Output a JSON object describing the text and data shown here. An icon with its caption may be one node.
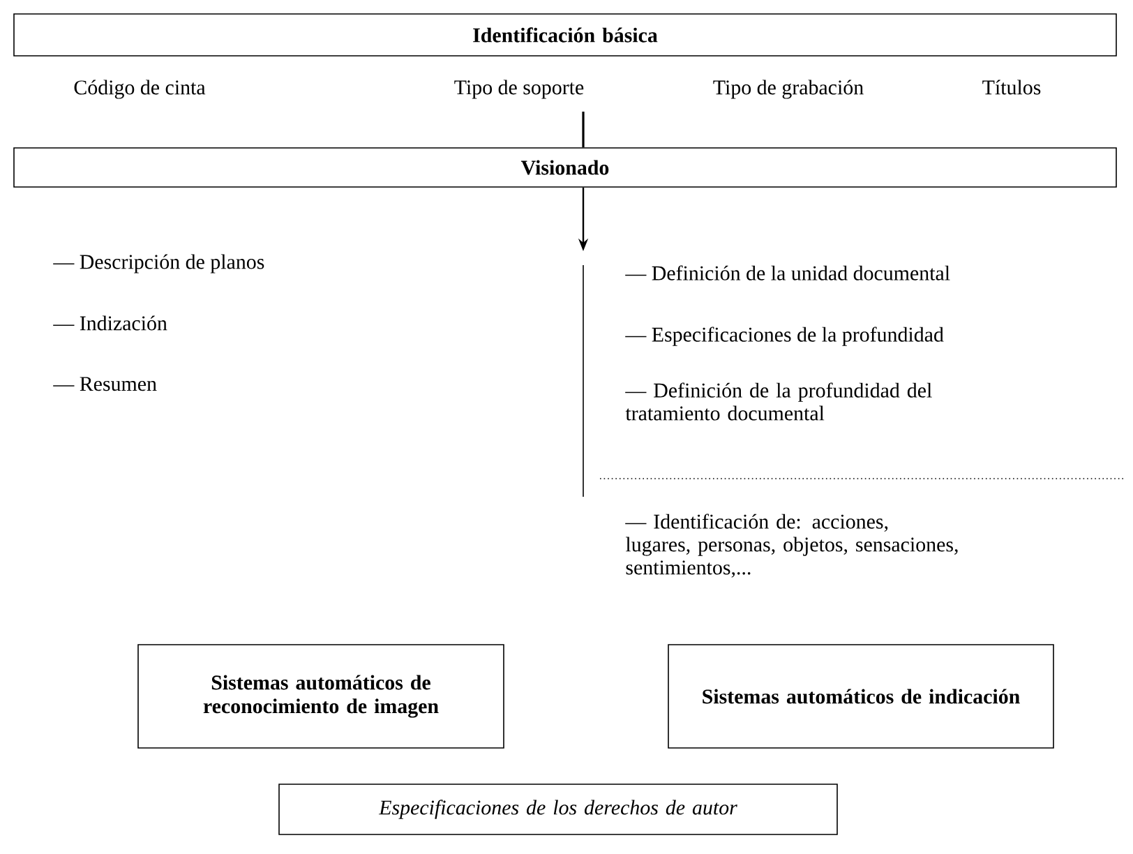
{
  "diagram": {
    "nodes": [
      {
        "text": [
          "Identificación básica"
        ]
      },
      {
        "text": [
          "Visionado"
        ]
      },
      {
        "text": [
          "Sistemas automáticos de reconocimiento de imagen"
        ]
      },
      {
        "text": [
          "Sistemas automáticos de indicación"
        ]
      },
      {
        "text": [
          "Especificaciones de los derechos de autor"
        ]
      }
    ],
    "edges": [
      {
        "from": null,
        "to": 1,
        "arrow": "none"
      },
      {
        "from": 1,
        "to": null,
        "arrow": "to"
      }
    ],
    "labels": [
      "Código de cinta",
      "Tipo de soporte",
      "Tipo de grabación",
      "Títulos",
      "— Definición de la unidad documental",
      "— Descripción de planos",
      "— Especificaciones de la profundidad",
      "— Indización",
      "— Definición de la profundidad del tratamiento documental",
      "— Resumen",
      "— Identificación de: acciones, lugares, personas, objetos, sensaciones, sentimientos,..."
    ]
  }
}
